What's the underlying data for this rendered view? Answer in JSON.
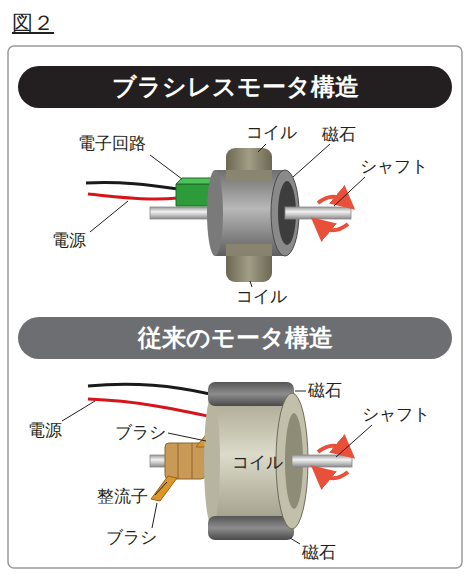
{
  "diagram": {
    "title": "図２",
    "nodes": [
      {
        "text": [
          "ブラシレスモータ構造"
        ]
      },
      {
        "text": [
          "従来のモータ構造"
        ]
      }
    ],
    "labels": [
      "電子回路",
      "コイル",
      "磁石",
      "シャフト",
      "電源",
      "コイル",
      "磁石",
      "電源",
      "ブラシ",
      "シャフト",
      "コイル",
      "整流子",
      "ブラシ",
      "磁石"
    ]
  }
}
